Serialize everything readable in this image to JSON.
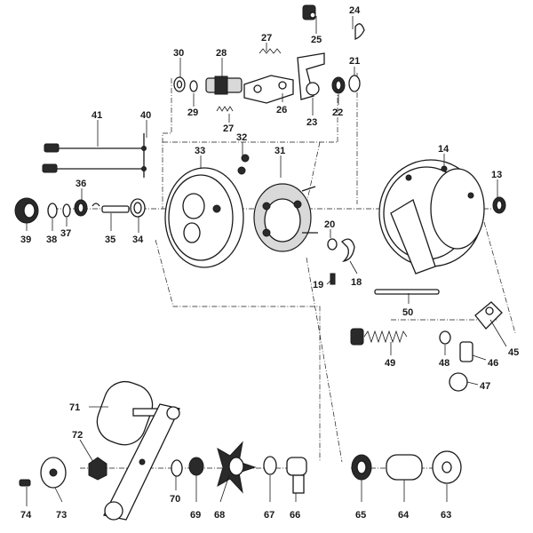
{
  "diagram": {
    "labels": [
      {
        "id": "24",
        "text": "24"
      },
      {
        "id": "25",
        "text": "25"
      },
      {
        "id": "27a",
        "text": "27"
      },
      {
        "id": "30",
        "text": "30"
      },
      {
        "id": "28",
        "text": "28"
      },
      {
        "id": "21",
        "text": "21"
      },
      {
        "id": "29",
        "text": "29"
      },
      {
        "id": "26",
        "text": "26"
      },
      {
        "id": "22",
        "text": "22"
      },
      {
        "id": "23",
        "text": "23"
      },
      {
        "id": "27b",
        "text": "27"
      },
      {
        "id": "41",
        "text": "41"
      },
      {
        "id": "40",
        "text": "40"
      },
      {
        "id": "32",
        "text": "32"
      },
      {
        "id": "14",
        "text": "14"
      },
      {
        "id": "33",
        "text": "33"
      },
      {
        "id": "31",
        "text": "31"
      },
      {
        "id": "13",
        "text": "13"
      },
      {
        "id": "36",
        "text": "36"
      },
      {
        "id": "39",
        "text": "39"
      },
      {
        "id": "38",
        "text": "38"
      },
      {
        "id": "37",
        "text": "37"
      },
      {
        "id": "35",
        "text": "35"
      },
      {
        "id": "34",
        "text": "34"
      },
      {
        "id": "20",
        "text": "20"
      },
      {
        "id": "19",
        "text": "19"
      },
      {
        "id": "18",
        "text": "18"
      },
      {
        "id": "50",
        "text": "50"
      },
      {
        "id": "45",
        "text": "45"
      },
      {
        "id": "49",
        "text": "49"
      },
      {
        "id": "48",
        "text": "48"
      },
      {
        "id": "46",
        "text": "46"
      },
      {
        "id": "47",
        "text": "47"
      },
      {
        "id": "71",
        "text": "71"
      },
      {
        "id": "72",
        "text": "72"
      },
      {
        "id": "74",
        "text": "74"
      },
      {
        "id": "73",
        "text": "73"
      },
      {
        "id": "70",
        "text": "70"
      },
      {
        "id": "69",
        "text": "69"
      },
      {
        "id": "68",
        "text": "68"
      },
      {
        "id": "67",
        "text": "67"
      },
      {
        "id": "66",
        "text": "66"
      },
      {
        "id": "65",
        "text": "65"
      },
      {
        "id": "64",
        "text": "64"
      },
      {
        "id": "63",
        "text": "63"
      }
    ]
  }
}
